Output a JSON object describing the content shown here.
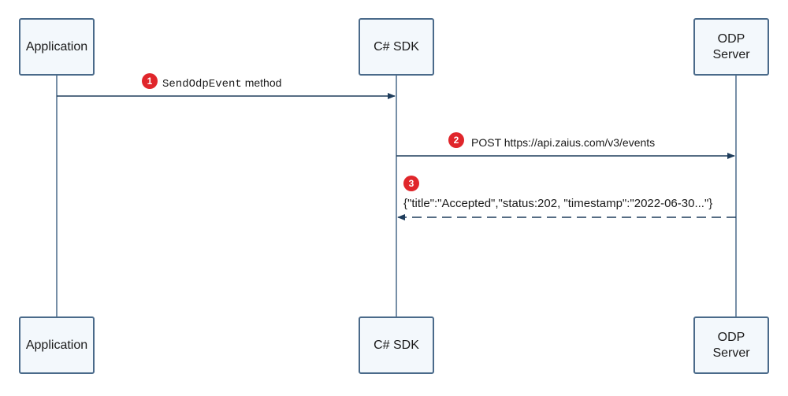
{
  "participants": [
    {
      "label": "Application"
    },
    {
      "label": "C# SDK"
    },
    {
      "label": "ODP\nServer"
    }
  ],
  "messages": [
    {
      "number": "1",
      "code": "SendOdpEvent",
      "text": " method"
    },
    {
      "number": "2",
      "text": "POST https://api.zaius.com/v3/events"
    },
    {
      "number": "3",
      "text": "{\"title\":\"Accepted\",\"status:202, \"timestamp\":\"2022-06-30...\"}"
    }
  ],
  "colors": {
    "lifeline": "#4a6a8a",
    "arrow": "#1f3d5c",
    "actor_fill": "#f3f8fc",
    "badge": "#e0262b"
  }
}
